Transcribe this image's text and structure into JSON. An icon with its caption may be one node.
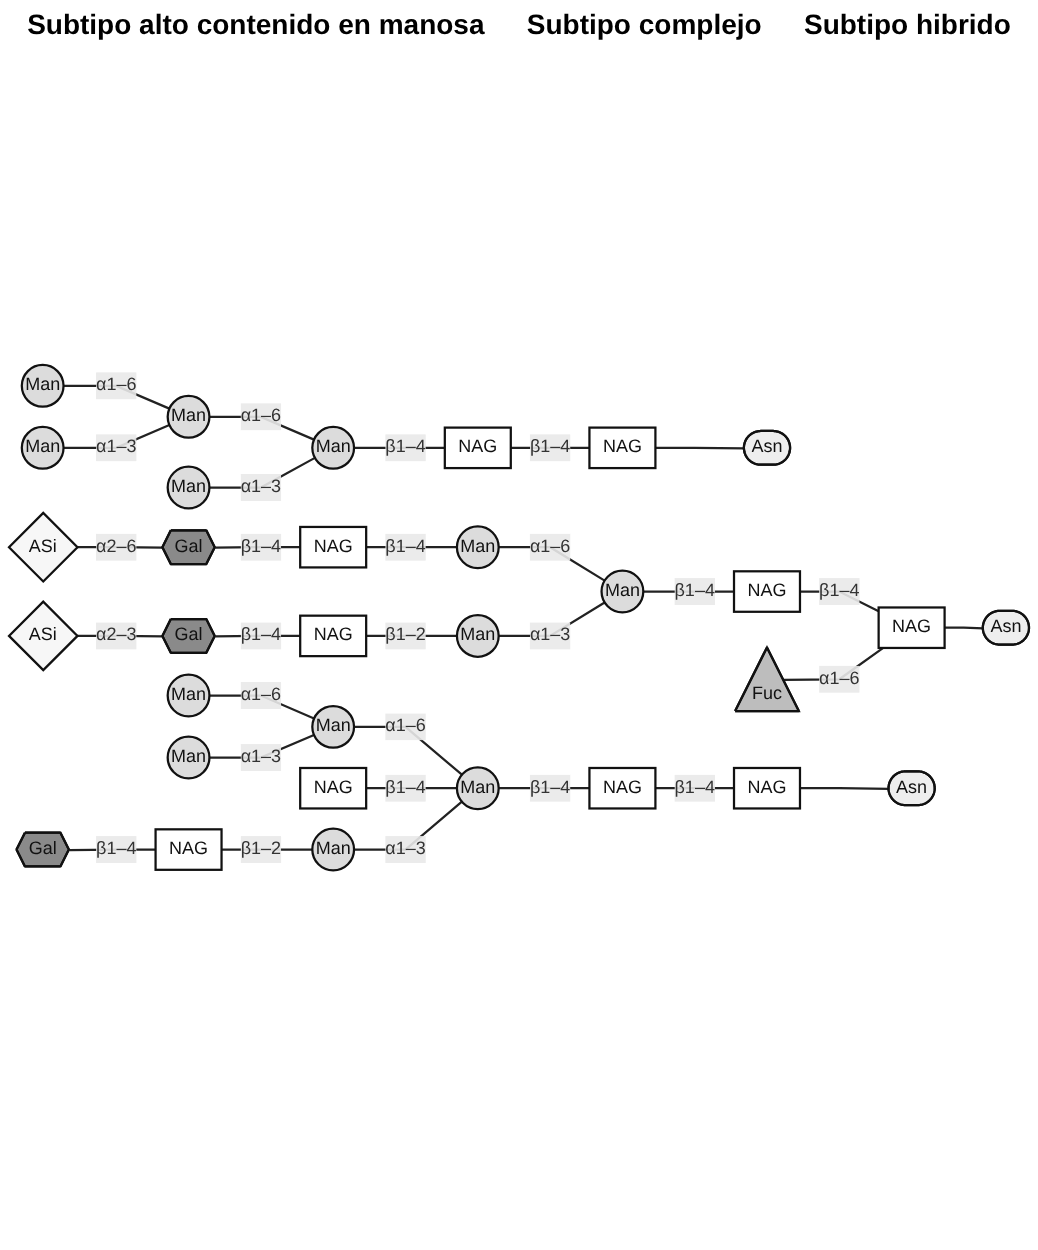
{
  "diagram": {
    "nodes": [
      {
        "text": [
          "Man"
        ]
      },
      {
        "text": [
          "Man"
        ]
      },
      {
        "text": [
          "Man"
        ]
      },
      {
        "text": [
          "Man"
        ]
      },
      {
        "text": [
          "Man"
        ]
      },
      {
        "text": [
          "NAG"
        ]
      },
      {
        "text": [
          "NAG"
        ]
      },
      {
        "text": [
          "Asn"
        ]
      },
      {
        "text": [
          "ASi"
        ]
      },
      {
        "text": [
          "Gal"
        ]
      },
      {
        "text": [
          "NAG"
        ]
      },
      {
        "text": [
          "Man"
        ]
      },
      {
        "text": [
          "Fuc"
        ]
      },
      {
        "text": [
          "Man"
        ]
      },
      {
        "text": [
          "NAG"
        ]
      },
      {
        "text": [
          "NAG"
        ]
      },
      {
        "text": [
          "Asn"
        ]
      },
      {
        "text": [
          "ASi"
        ]
      },
      {
        "text": [
          "Gal"
        ]
      },
      {
        "text": [
          "NAG"
        ]
      },
      {
        "text": [
          "Man"
        ]
      },
      {
        "text": [
          "Man"
        ]
      },
      {
        "text": [
          "NAG"
        ]
      },
      {
        "text": [
          "Man"
        ]
      },
      {
        "text": [
          "Man"
        ]
      },
      {
        "text": [
          "Man"
        ]
      },
      {
        "text": [
          "NAG"
        ]
      },
      {
        "text": [
          "NAG"
        ]
      },
      {
        "text": [
          "Asn"
        ]
      },
      {
        "text": [
          "Gal"
        ]
      },
      {
        "text": [
          "NAG"
        ]
      },
      {
        "text": [
          "Man"
        ]
      }
    ],
    "edges": [
      {
        "from": 0,
        "to": 1,
        "arrow": "none",
        "label": "α1–6"
      },
      {
        "from": 2,
        "to": 1,
        "arrow": "none",
        "label": "α1–3"
      },
      {
        "from": 1,
        "to": 3,
        "arrow": "none",
        "label": "α1–6"
      },
      {
        "from": 4,
        "to": 3,
        "arrow": "none",
        "label": "α1–3"
      },
      {
        "from": 3,
        "to": 5,
        "arrow": "none",
        "label": "β1–4"
      },
      {
        "from": 5,
        "to": 6,
        "arrow": "none",
        "label": "β1–4"
      },
      {
        "from": 6,
        "to": 7,
        "arrow": "none"
      },
      {
        "from": 8,
        "to": 9,
        "arrow": "none",
        "label": "α2–6"
      },
      {
        "from": 9,
        "to": 10,
        "arrow": "none",
        "label": "β1–4"
      },
      {
        "from": 10,
        "to": 11,
        "arrow": "none",
        "label": "β1–4"
      },
      {
        "from": 11,
        "to": 13,
        "arrow": "none",
        "label": "α1–6"
      },
      {
        "from": 20,
        "to": 13,
        "arrow": "none",
        "label": "α1–3"
      },
      {
        "from": 13,
        "to": 14,
        "arrow": "none",
        "label": "β1–4"
      },
      {
        "from": 14,
        "to": 15,
        "arrow": "none",
        "label": "β1–4"
      },
      {
        "from": 12,
        "to": 15,
        "arrow": "none",
        "label": "α1–6"
      },
      {
        "from": 15,
        "to": 16,
        "arrow": "none"
      },
      {
        "from": 17,
        "to": 18,
        "arrow": "none",
        "label": "α2–3"
      },
      {
        "from": 18,
        "to": 19,
        "arrow": "none",
        "label": "β1–4"
      },
      {
        "from": 19,
        "to": 20,
        "arrow": "none",
        "label": "β1–2"
      },
      {
        "from": 21,
        "to": 23,
        "arrow": "none",
        "label": "α1–6"
      },
      {
        "from": 24,
        "to": 23,
        "arrow": "none",
        "label": "α1–3"
      },
      {
        "from": 23,
        "to": 25,
        "arrow": "none",
        "label": "α1–6"
      },
      {
        "from": 22,
        "to": 25,
        "arrow": "none",
        "label": "β1–4"
      },
      {
        "from": 25,
        "to": 26,
        "arrow": "none",
        "label": "β1–4"
      },
      {
        "from": 26,
        "to": 27,
        "arrow": "none",
        "label": "β1–4"
      },
      {
        "from": 27,
        "to": 28,
        "arrow": "none"
      },
      {
        "from": 29,
        "to": 30,
        "arrow": "none",
        "label": "β1–4"
      },
      {
        "from": 30,
        "to": 31,
        "arrow": "none",
        "label": "β1–2"
      },
      {
        "from": 31,
        "to": 25,
        "arrow": "none",
        "label": "α1–3"
      }
    ],
    "labels": [
      "Subtipo alto contenido en manosa",
      "Subtipo complejo",
      "Subtipo hibrido"
    ]
  }
}
